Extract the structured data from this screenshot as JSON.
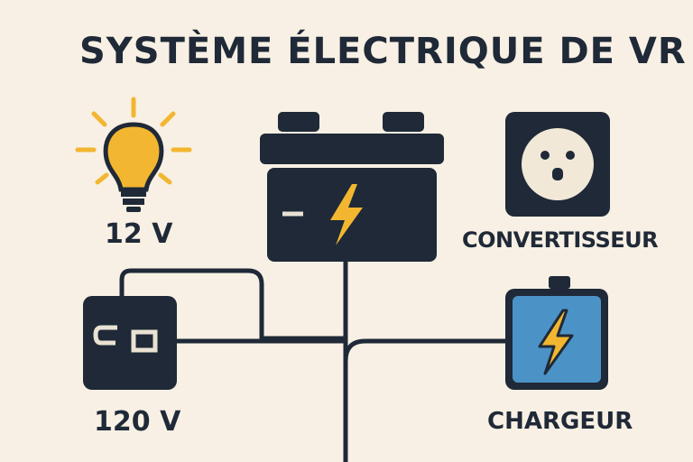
{
  "title": "SYSTÈME ÉLECTRIQUE DE VR",
  "nodes": {
    "lamp": {
      "label": "12 V",
      "icon": "light-bulb-icon"
    },
    "battery": {
      "icon": "battery-icon"
    },
    "outlet": {
      "label": "CONVERTISSEUR",
      "icon": "power-outlet-icon"
    },
    "inverter": {
      "label": "120 V",
      "icon": "inverter-icon"
    },
    "charger": {
      "label": "CHARGEUR",
      "icon": "charger-battery-icon"
    }
  },
  "colors": {
    "background": "#f8f0e4",
    "dark": "#1f2937",
    "bolt": "#f2b630",
    "charger_fill": "#4b93c7",
    "bulb": "#f2b630",
    "inverter_detail": "#e9e2d3"
  }
}
